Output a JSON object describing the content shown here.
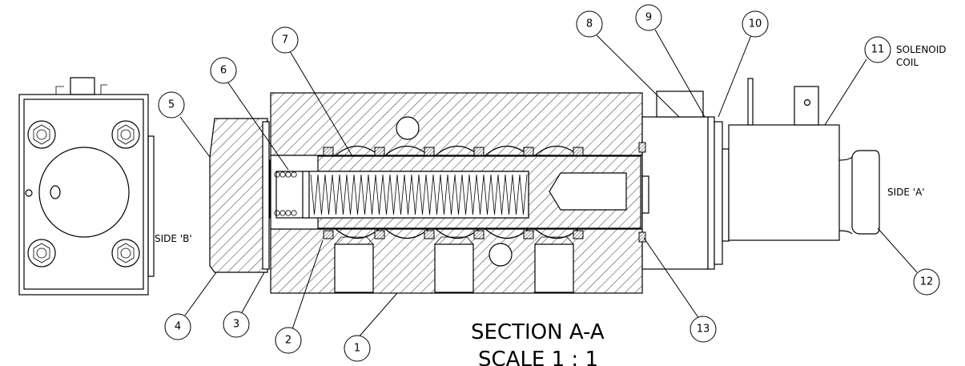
{
  "balloons": [
    {
      "number": "1"
    },
    {
      "number": "2"
    },
    {
      "number": "3"
    },
    {
      "number": "4"
    },
    {
      "number": "5"
    },
    {
      "number": "6"
    },
    {
      "number": "7"
    },
    {
      "number": "8"
    },
    {
      "number": "9"
    },
    {
      "number": "10"
    },
    {
      "number": "11"
    },
    {
      "number": "12"
    },
    {
      "number": "13"
    }
  ],
  "labels": {
    "solenoid_line1": "SOLENOID",
    "solenoid_line2": "COIL",
    "side_a": "SIDE 'A'",
    "side_b": "SIDE 'B'"
  },
  "section": {
    "title": "SECTION A-A",
    "scale": "SCALE 1 : 1"
  }
}
